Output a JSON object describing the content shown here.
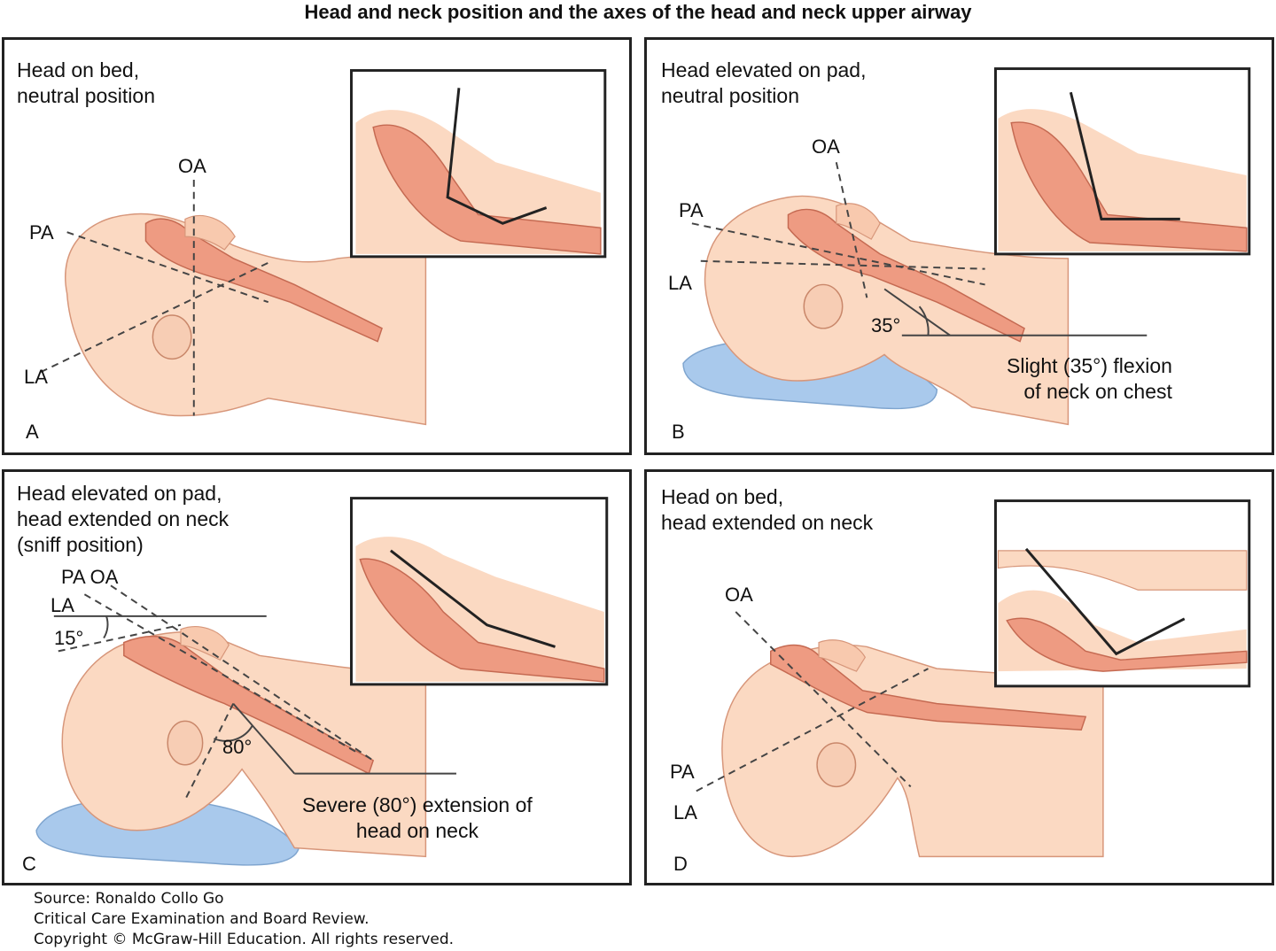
{
  "title": "Head and neck position and the axes of the head and neck upper airway",
  "panels": {
    "a": {
      "caption": "Head on bed,\nneutral position",
      "letter": "A",
      "labels": {
        "oa": "OA",
        "pa": "PA",
        "la": "LA"
      }
    },
    "b": {
      "caption": "Head elevated on pad,\nneutral position",
      "letter": "B",
      "labels": {
        "oa": "OA",
        "pa": "PA",
        "la": "LA"
      },
      "angle": "35°",
      "note": "Slight (35°) flexion\nof neck on chest"
    },
    "c": {
      "caption": "Head elevated on pad,\nhead extended on neck\n(sniff position)",
      "letter": "C",
      "labels": {
        "pa_oa": "PA OA",
        "la": "LA"
      },
      "angle_small": "15°",
      "angle": "80°",
      "note": "Severe (80°) extension of\nhead on neck"
    },
    "d": {
      "caption": "Head on bed,\nhead extended on neck",
      "letter": "D",
      "labels": {
        "oa": "OA",
        "pa": "PA",
        "la": "LA"
      }
    }
  },
  "source": {
    "line1": "Source: Ronaldo Collo Go",
    "line2": "Critical Care Examination and Board Review.",
    "line3": "Copyright © McGraw-Hill Education. All rights reserved."
  }
}
